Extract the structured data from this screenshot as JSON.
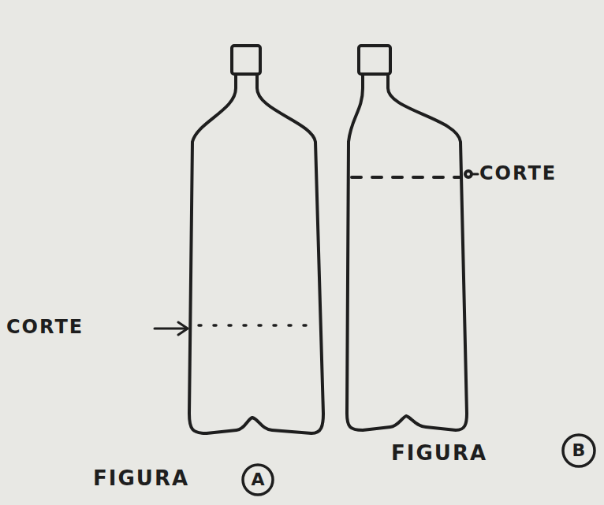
{
  "diagram": {
    "nodes": [
      {
        "text": [
          "A"
        ]
      },
      {
        "text": [
          "B"
        ]
      }
    ],
    "labels": [
      "CORTE",
      "CORTE",
      "FIGURA",
      "FIGURA"
    ]
  }
}
